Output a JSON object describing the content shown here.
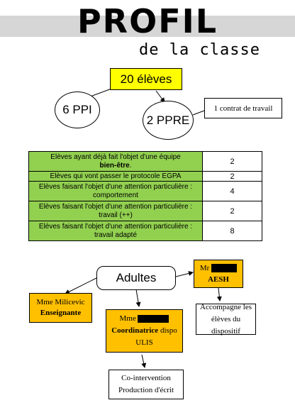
{
  "header": {
    "title": "PROFIL",
    "subtitle": "de la classe"
  },
  "top_diagram": {
    "total": "20 élèves",
    "ppi": "6 PPI",
    "ppre": "2 PPRE",
    "contrat": "1 contrat de travail"
  },
  "table": {
    "rows": [
      {
        "label": "Elèves ayant déjà fait l'objet d'une équipe",
        "label_bold": "bien-être",
        "label_end": ".",
        "value": "2"
      },
      {
        "label": "Elèves qui vont passer le protocole EGPA",
        "value": "2"
      },
      {
        "label": "Elèves faisant l'objet d'une attention particulière : comportement",
        "value": "4"
      },
      {
        "label": "Elèves faisant l'objet d'une attention particulière : travail (++)",
        "value": "2"
      },
      {
        "label": "Elèves faisant l'objet d'une attention particulière : travail adapté",
        "value": "8"
      }
    ]
  },
  "adults": {
    "label": "Adultes",
    "enseignante": {
      "name": "Mme Milicevic",
      "role": "Enseignante"
    },
    "coordinatrice": {
      "prefix": "Mme",
      "role": "Coordinatrice",
      "role_rest": " dispo",
      "line2": "ULIS"
    },
    "aesh": {
      "prefix": "Mr",
      "role": "AESH"
    },
    "aesh_task": "Accompagne les élèves du dispositif",
    "coord_task_1": "Co-intervention",
    "coord_task_2": "Production d'écrit"
  },
  "colors": {
    "yellow": "#ffff00",
    "orange": "#ffc000",
    "green": "#92d050",
    "band": "#d6d6d6"
  }
}
